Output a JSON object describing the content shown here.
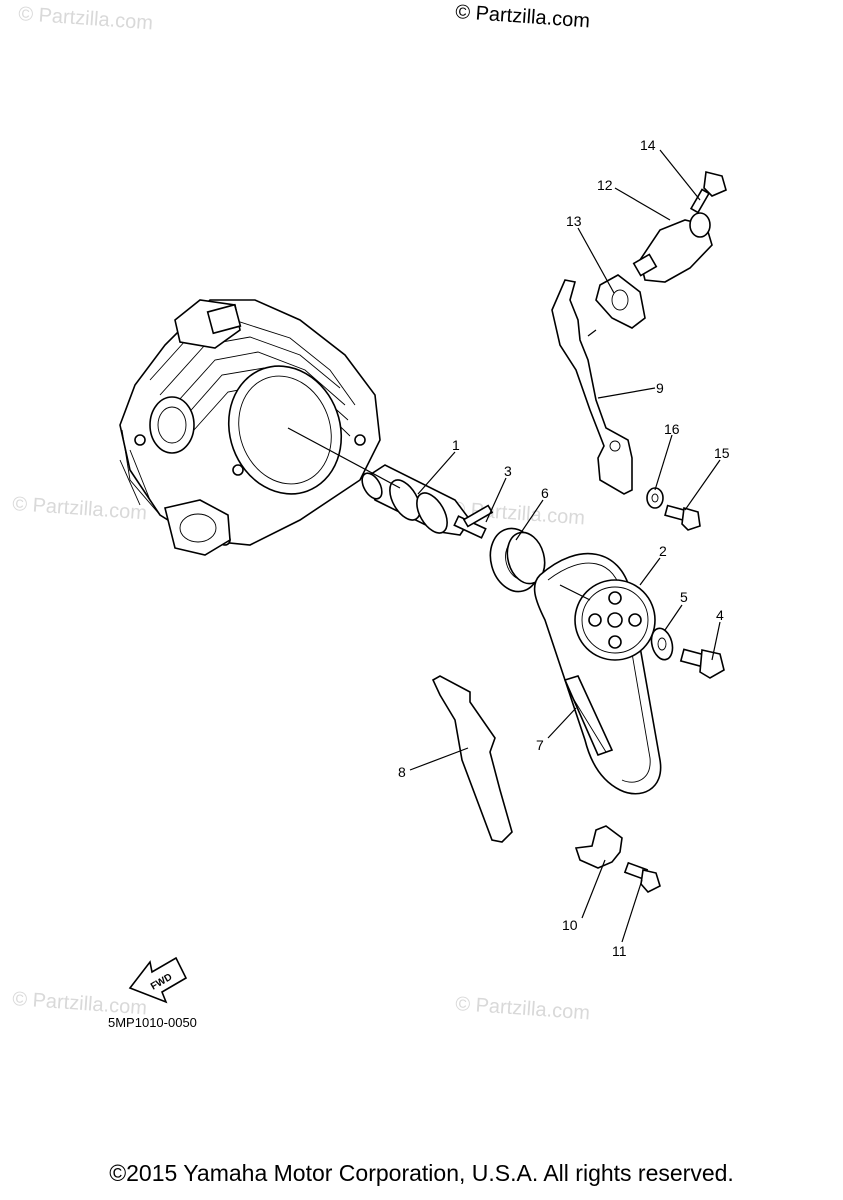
{
  "watermarks": {
    "top": "© Partzilla.com",
    "faint": "© Partzilla.com"
  },
  "callouts": {
    "c1": "1",
    "c2": "2",
    "c3": "3",
    "c4": "4",
    "c5": "5",
    "c6": "6",
    "c7": "7",
    "c8": "8",
    "c9": "9",
    "c10": "10",
    "c11": "11",
    "c12": "12",
    "c13": "13",
    "c14": "14",
    "c15": "15",
    "c16": "16"
  },
  "fwd_label": "FWD",
  "diagram_code": "5MP1010-0050",
  "copyright": "©2015 Yamaha Motor Corporation, U.S.A. All rights reserved."
}
